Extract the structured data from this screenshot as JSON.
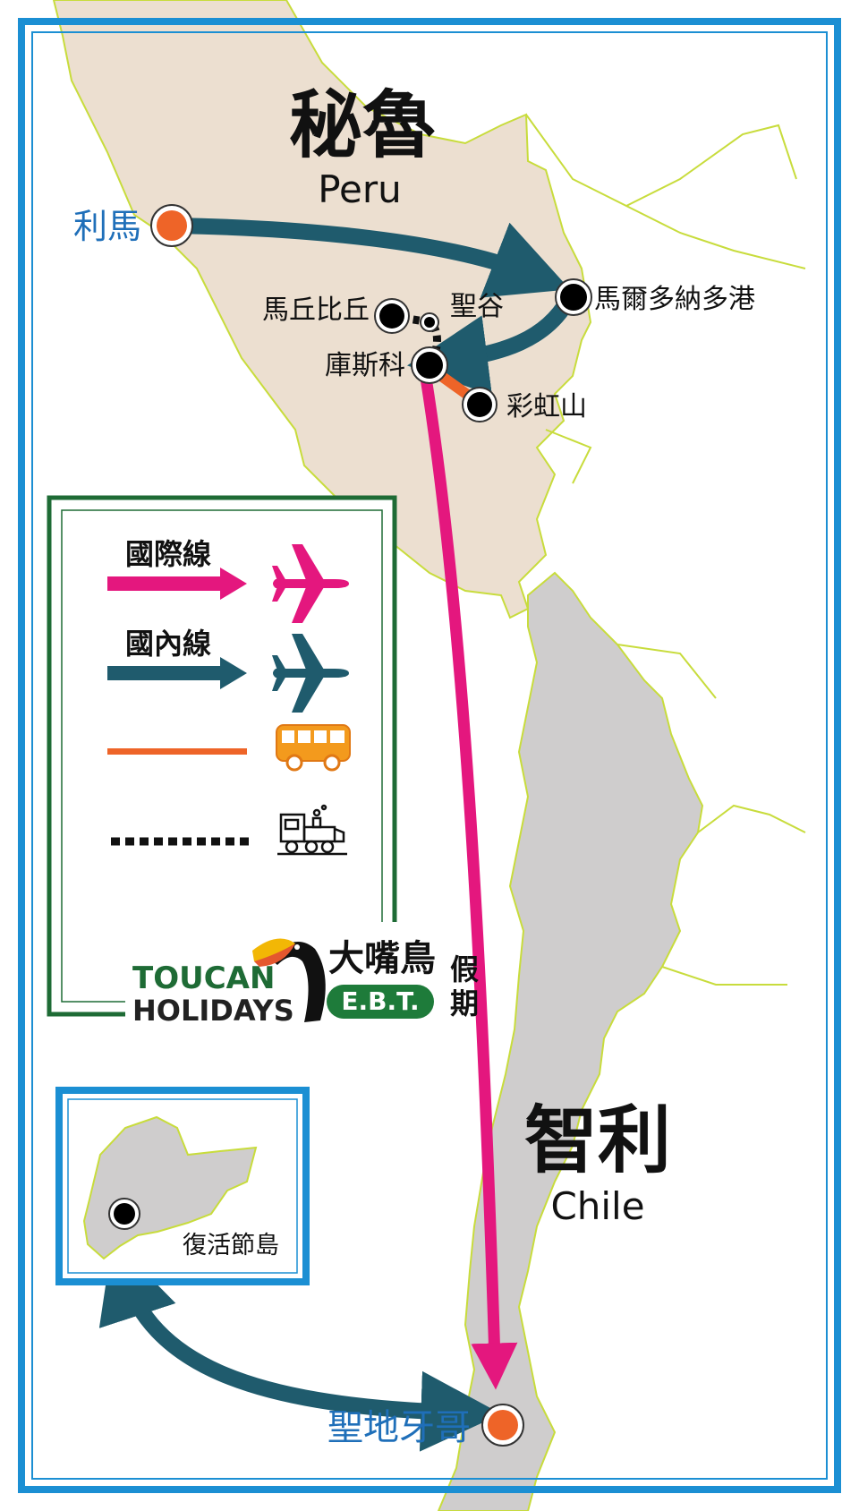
{
  "countries": {
    "peru": {
      "name_zh": "秘魯",
      "name_en": "Peru"
    },
    "chile": {
      "name_zh": "智利",
      "name_en": "Chile"
    }
  },
  "cities": {
    "lima": "利馬",
    "puerto_maldonado": "馬爾多納多港",
    "machu_picchu": "馬丘比丘",
    "sacred_valley": "聖谷",
    "cusco": "庫斯科",
    "rainbow_mountain": "彩虹山",
    "santiago": "聖地牙哥",
    "easter_island": "復活節島"
  },
  "legend": {
    "international": "國際線",
    "domestic": "國內線",
    "bus_icon": "bus-icon",
    "train_icon": "train-icon",
    "plane_icon": "airplane-icon"
  },
  "logo": {
    "line1": "TOUCAN",
    "line2": "HOLIDAYS",
    "zh_main": "大嘴鳥",
    "zh_side": "假期",
    "badge": "E.B.T."
  },
  "colors": {
    "frame": "#1b8fd3",
    "peru_land": "#ecdfd0",
    "chile_land": "#cfcdcd",
    "border_line": "#c8dc3c",
    "international": "#e4177e",
    "domestic": "#1f5b6d",
    "bus": "#ee6428",
    "train": "#111111",
    "city_label_blue": "#1f6fb9",
    "legend_frame": "#1e6b35"
  }
}
